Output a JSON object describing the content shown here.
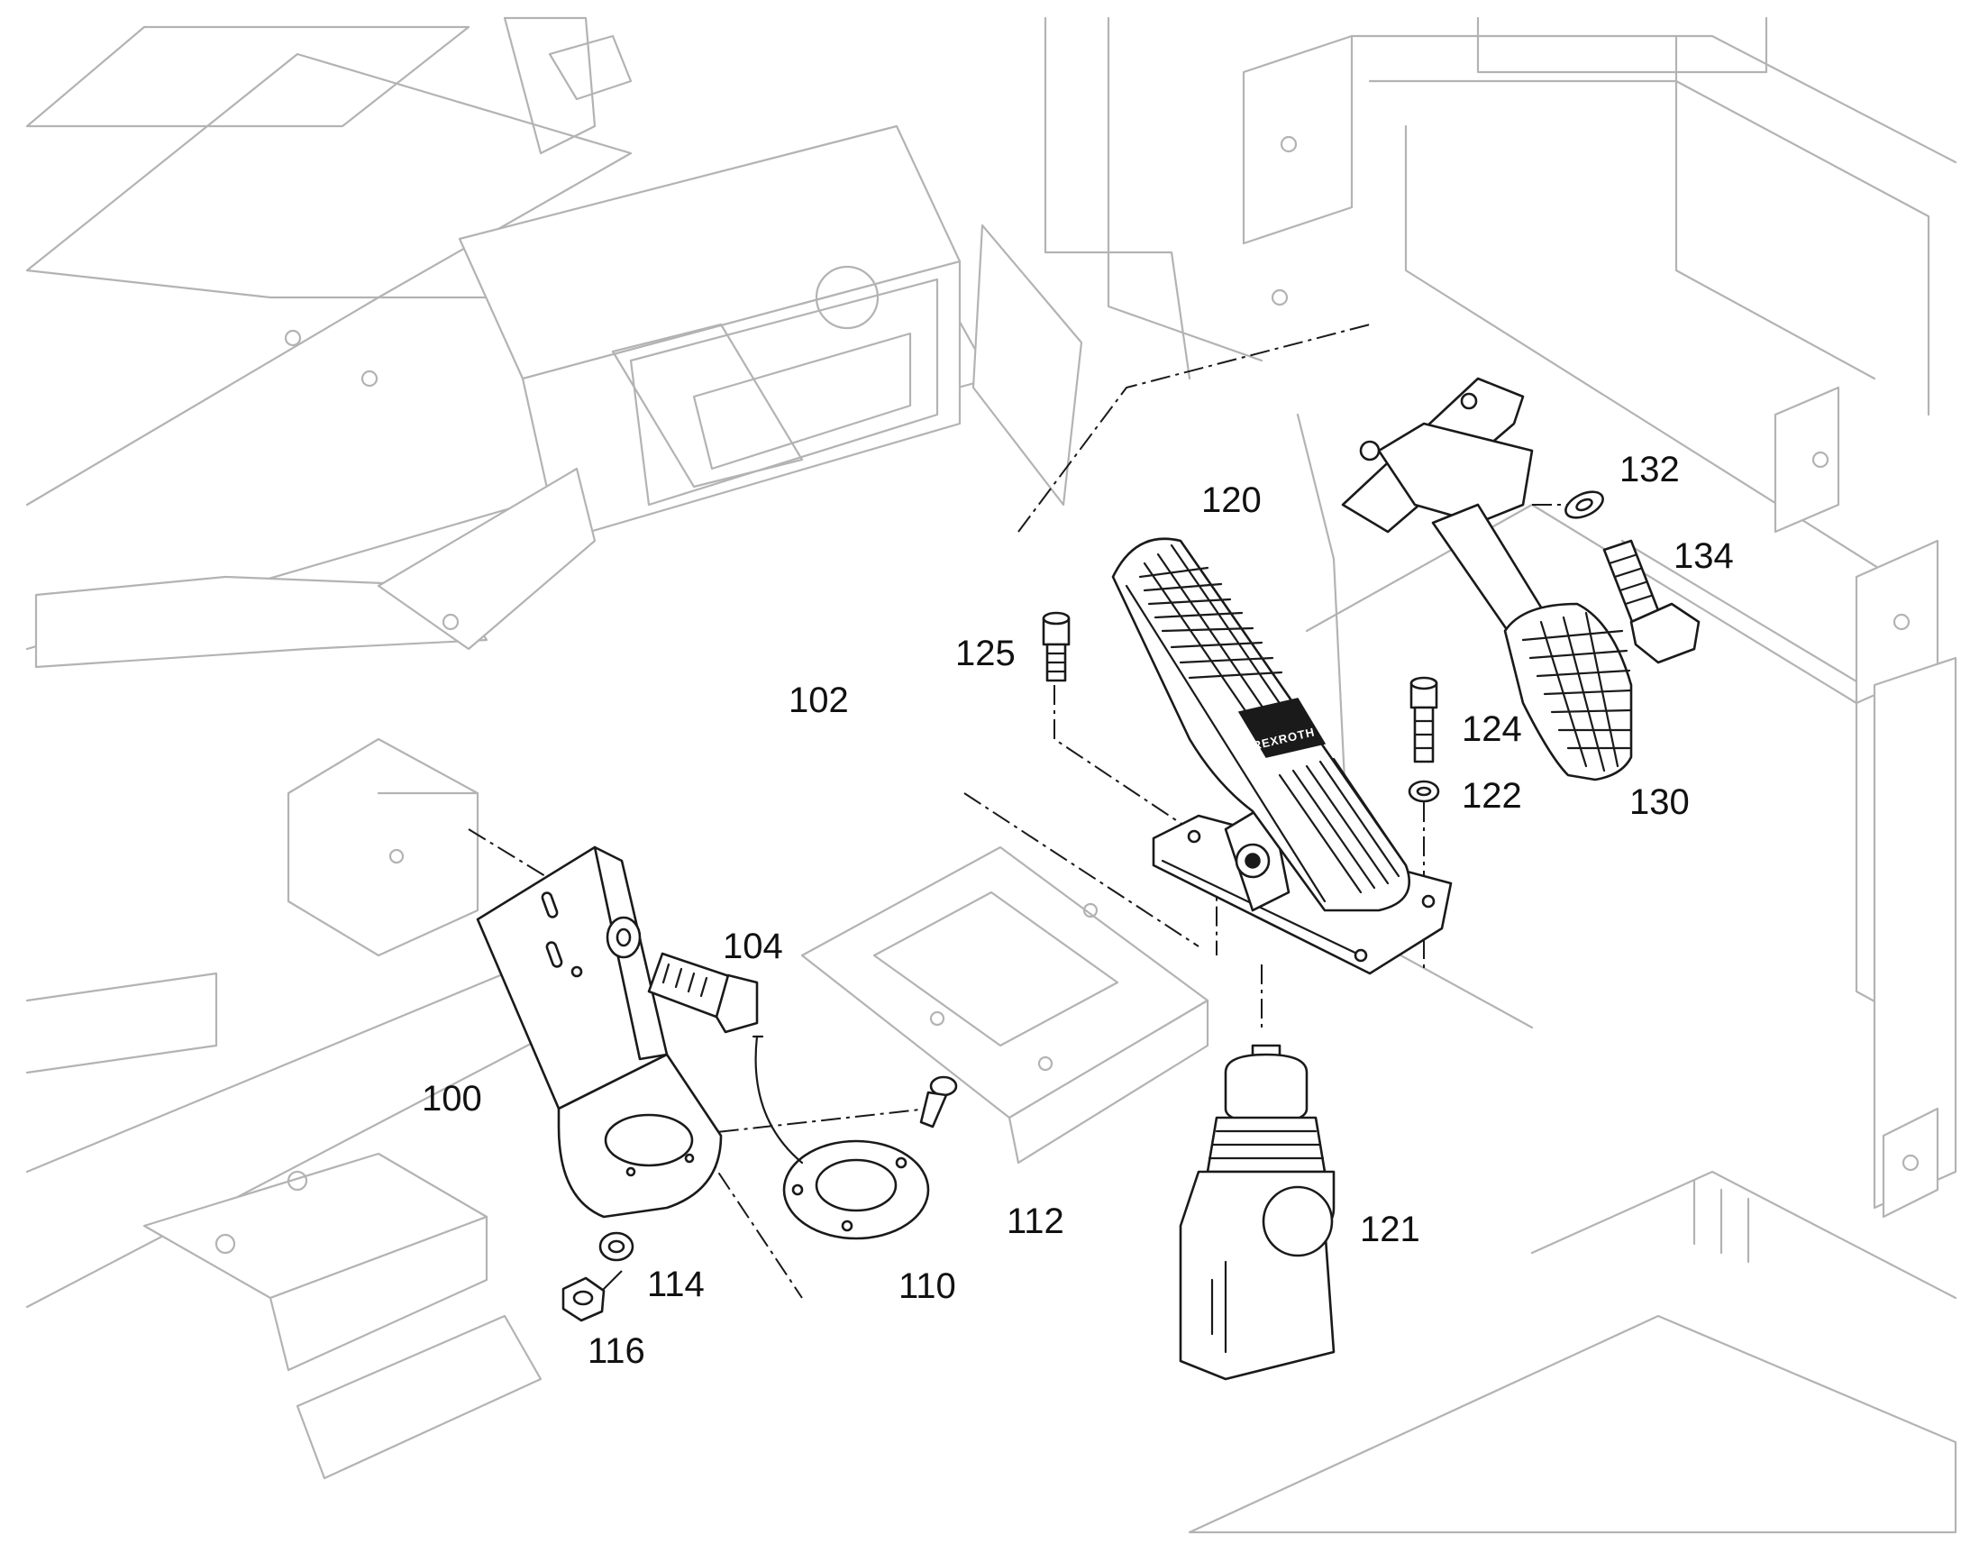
{
  "callouts": {
    "c100": "100",
    "c102": "102",
    "c104": "104",
    "c110": "110",
    "c112": "112",
    "c114": "114",
    "c116": "116",
    "c120": "120",
    "c121": "121",
    "c122": "122",
    "c124": "124",
    "c125": "125",
    "c130": "130",
    "c132": "132",
    "c134": "134"
  },
  "pedal_brand": "REXROTH",
  "colors": {
    "frame_stroke": "#b3b3b3",
    "part_stroke": "#1a1a1a",
    "background": "#ffffff"
  }
}
